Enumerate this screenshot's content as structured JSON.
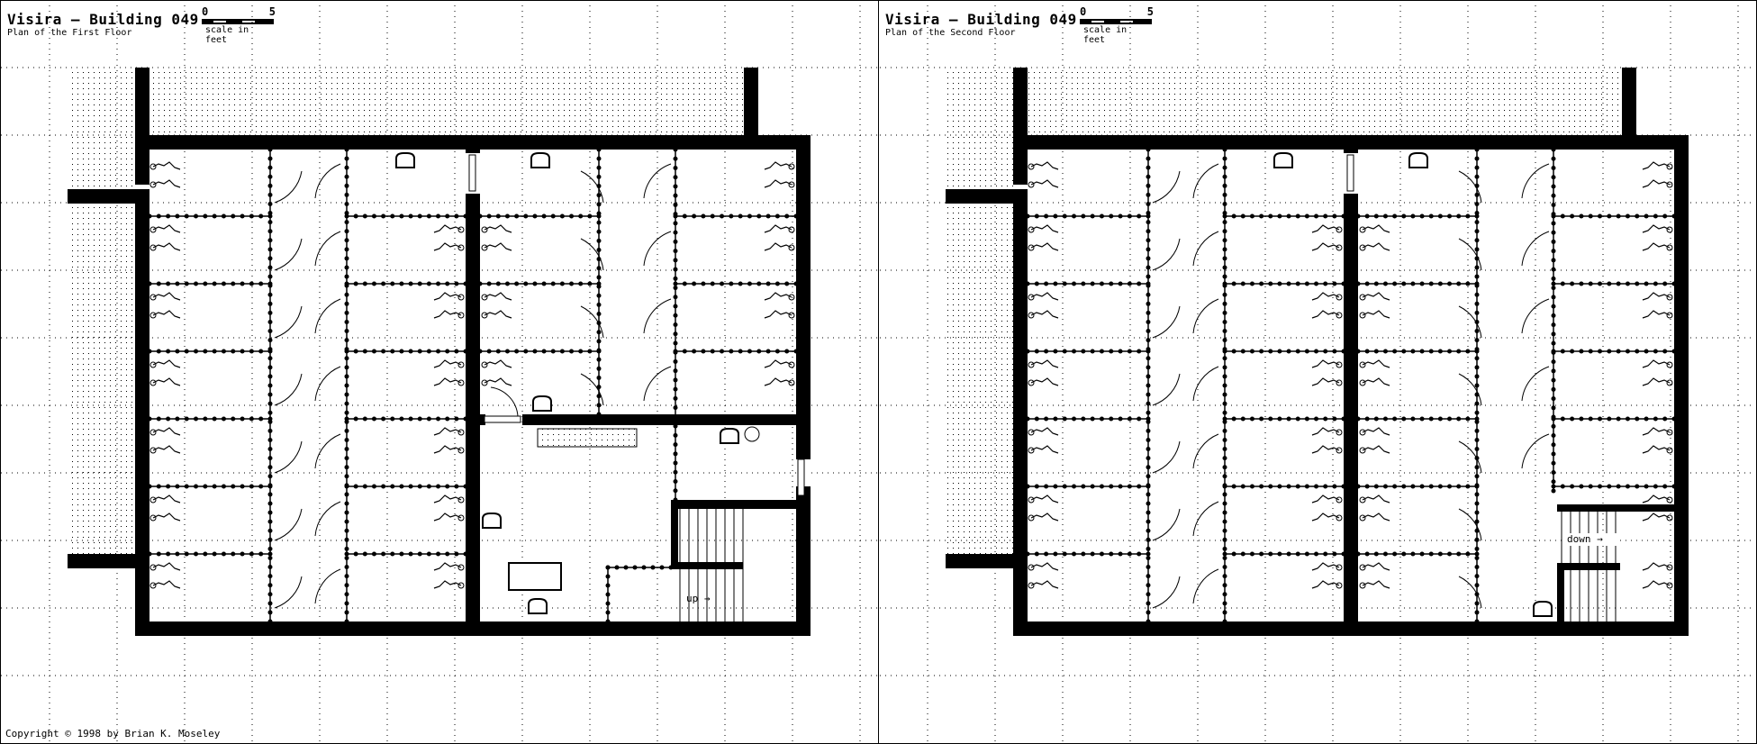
{
  "plans": [
    {
      "title": "Visira – Building 049",
      "subtitle": "Plan of the First Floor",
      "scale": {
        "start": "0",
        "end": "5",
        "label": "scale in feet"
      },
      "stairs_label": "up"
    },
    {
      "title": "Visira – Building 049",
      "subtitle": "Plan of the Second Floor",
      "scale": {
        "start": "0",
        "end": "5",
        "label": "scale in feet"
      },
      "stairs_label": "down"
    }
  ],
  "copyright": "Copyright © 1998 by Brian K. Moseley",
  "icons": [
    "chair-icon",
    "door-icon",
    "shackle-chain-icon",
    "secret-door-icon",
    "table-icon",
    "bench-icon",
    "barrel-icon",
    "stairs-icon"
  ],
  "colors": {
    "ink": "#000000",
    "paper": "#ffffff"
  }
}
